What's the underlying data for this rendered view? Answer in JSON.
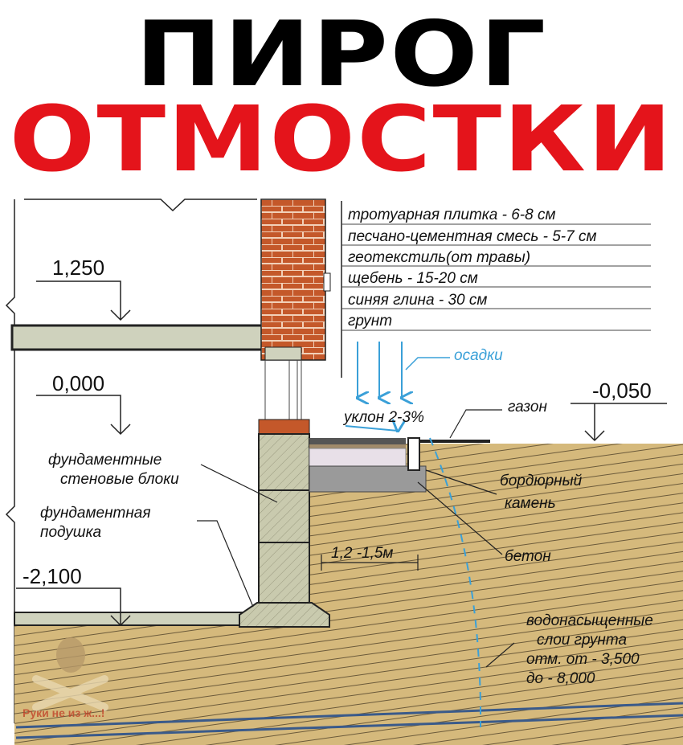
{
  "title": {
    "line1": "ПИРОГ",
    "line2": "ОТМОСТКИ"
  },
  "colors": {
    "title_red": "#e4141b",
    "brick": "#c4582a",
    "soil": "#d5b97c",
    "block": "#c9caae",
    "rain": "#3aa0d8"
  },
  "layers": [
    "тротуарная плитка - 6-8 см",
    "песчано-цементная смесь - 5-7 см",
    "геотекстиль(от травы)",
    "щебень - 15-20 см",
    "синяя глина - 30 см",
    "грунт"
  ],
  "levels": {
    "top": "1,250",
    "zero": "0,000",
    "bottom": "-2,100",
    "outside": "-0,050"
  },
  "labels": {
    "rain": "осадки",
    "slope": "уклон 2-3%",
    "lawn": "газон",
    "blocks_1": "фундаментные",
    "blocks_2": "стеновые блоки",
    "pad_1": "фундаментная",
    "pad_2": "подушка",
    "curb_1": "бордюрный",
    "curb_2": "камень",
    "concrete": "бетон",
    "width": "1,2 -1,5м",
    "water_1": "водонасыщенные",
    "water_2": "слои грунта",
    "water_3": "отм. от  - 3,500",
    "water_4": "до  - 8,000"
  },
  "watermark": "Руки не из жопы!"
}
